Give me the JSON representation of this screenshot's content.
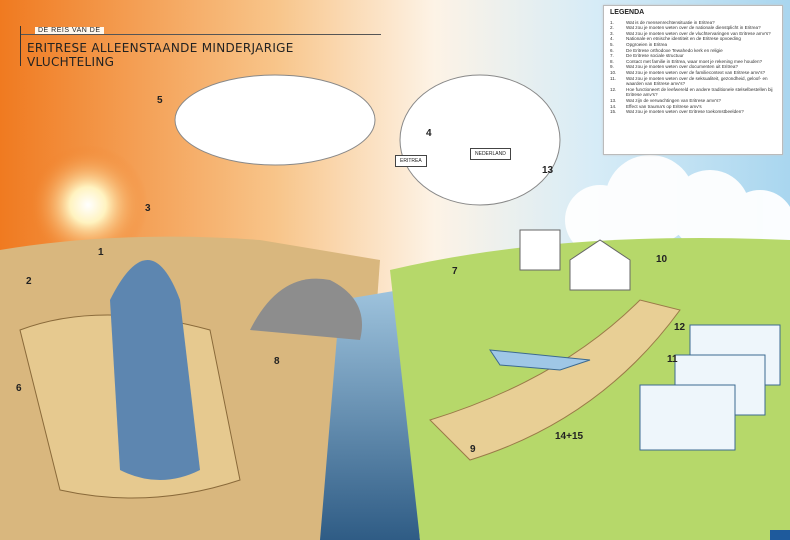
{
  "title": {
    "subtitle": "DE REIS VAN DE",
    "main": "ERITRESE ALLEENSTAANDE MINDERJARIGE VLUCHTELING"
  },
  "legend": {
    "heading": "LEGENDA",
    "items": [
      {
        "n": "1.",
        "text": "Wat is de mensenrechtensituatie in Eritrea?"
      },
      {
        "n": "2.",
        "text": "Wat zou je moeten weten over de nationale dienstplicht in Eritrea?"
      },
      {
        "n": "3.",
        "text": "Wat zou je moeten weten over de vluchtervaringen van Eritrese amv's?"
      },
      {
        "n": "4.",
        "text": "Nationale en etnische identiteit en de Eritrese opvoeding"
      },
      {
        "n": "5.",
        "text": "Opgroeien in Eritrea"
      },
      {
        "n": "6.",
        "text": "De Eritrese orthodoxe Tewahedo kerk en religie"
      },
      {
        "n": "7.",
        "text": "De Eritrese sociale structuur"
      },
      {
        "n": "8.",
        "text": "Contact met familie in Eritrea, waar moet je rekening mee houden?"
      },
      {
        "n": "9.",
        "text": "Wat zou je moeten weten over documenten uit Eritrea?"
      },
      {
        "n": "10.",
        "text": "Wat zou je moeten weten over de familiecontext van Eritrese amv's?"
      },
      {
        "n": "11.",
        "text": "Wat zou je moeten weten over de seksualiteit, gezondheid, geloof- en waarden van Eritrese amv's?"
      },
      {
        "n": "12.",
        "text": "Hoe functioneert de leefwereld en andere traditionele stelselbestellen bij Eritrese amv's?"
      },
      {
        "n": "13.",
        "text": "Wat zijn de verwachtingen van Eritrese amv's?"
      },
      {
        "n": "14.",
        "text": "Effect van trauma's op Eritrese amv's"
      },
      {
        "n": "15.",
        "text": "Wat zou je moeten weten over Eritrese toekomstbeelden?"
      }
    ]
  },
  "markers": [
    "1",
    "2",
    "3",
    "4",
    "5",
    "6",
    "7",
    "8",
    "9",
    "10",
    "11",
    "12",
    "13",
    "14+15"
  ],
  "puzzle": {
    "left": "ERITREA",
    "right": "NEDERLAND"
  },
  "colors": {
    "sunset": "#f07a20",
    "sky": "#a9d6ef",
    "grass": "#b6d86a",
    "rock": "#c9b38a",
    "water": "#4f7fa8"
  }
}
